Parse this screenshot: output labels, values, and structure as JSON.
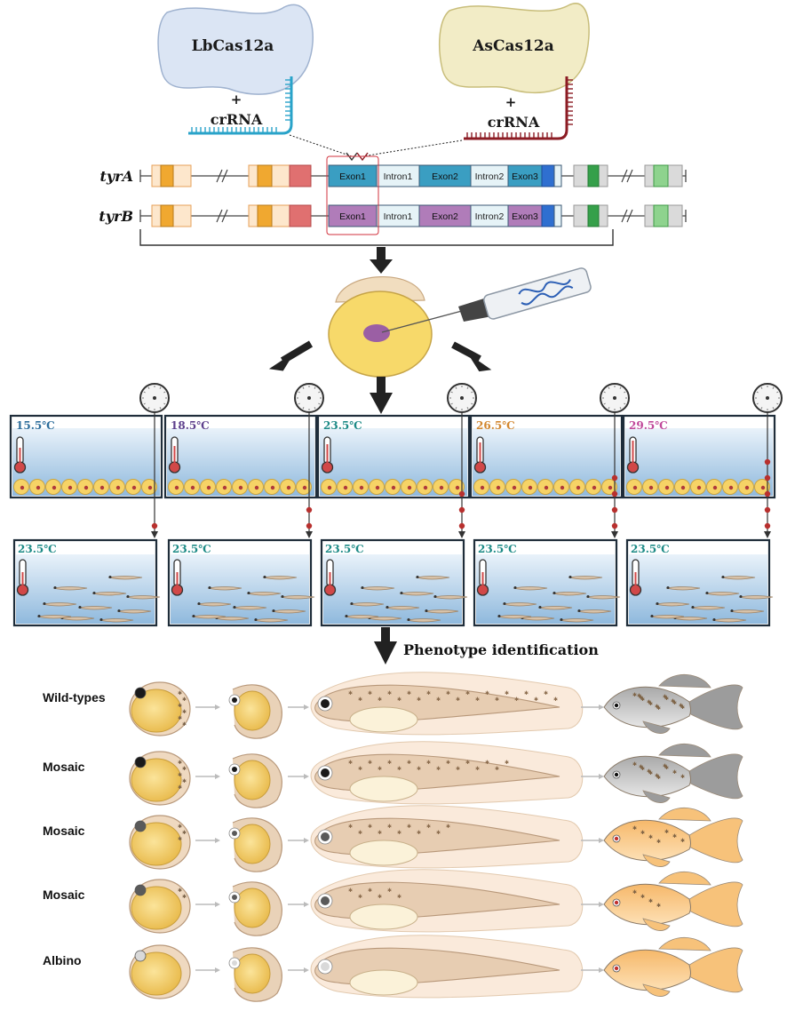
{
  "enzymes": {
    "left": {
      "name": "LbCas12a",
      "plus": "+",
      "guide": "crRNA"
    },
    "right": {
      "name": "AsCas12a",
      "plus": "+",
      "guide": "crRNA"
    }
  },
  "genes": [
    {
      "label": "tyrA",
      "exon1": "Exon1",
      "intron1": "Intron1",
      "exon2": "Exon2",
      "intron2": "Intron2",
      "exon3": "Exon3",
      "exon_color": "#3a9ec2"
    },
    {
      "label": "tyrB",
      "exon1": "Exon1",
      "intron1": "Intron1",
      "exon2": "Exon2",
      "intron2": "Intron2",
      "exon3": "Exon3",
      "exon_color": "#b07cb9"
    }
  ],
  "tanks": {
    "upper_temps": [
      "15.5℃",
      "18.5℃",
      "23.5℃",
      "26.5℃",
      "29.5℃"
    ],
    "upper_colors": [
      "#2c6d9b",
      "#5d3f8c",
      "#1c8a86",
      "#d2872f",
      "#c0479a"
    ],
    "lower_temps": [
      "23.5℃",
      "23.5℃",
      "23.5℃",
      "23.5℃",
      "23.5℃"
    ],
    "lower_color": "#1c8a86"
  },
  "phenotype_step": "Phenotype identification",
  "phenotypes": [
    {
      "label": "Wild-types"
    },
    {
      "label": "Mosaic"
    },
    {
      "label": "Mosaic"
    },
    {
      "label": "Mosaic"
    },
    {
      "label": "Albino"
    }
  ]
}
